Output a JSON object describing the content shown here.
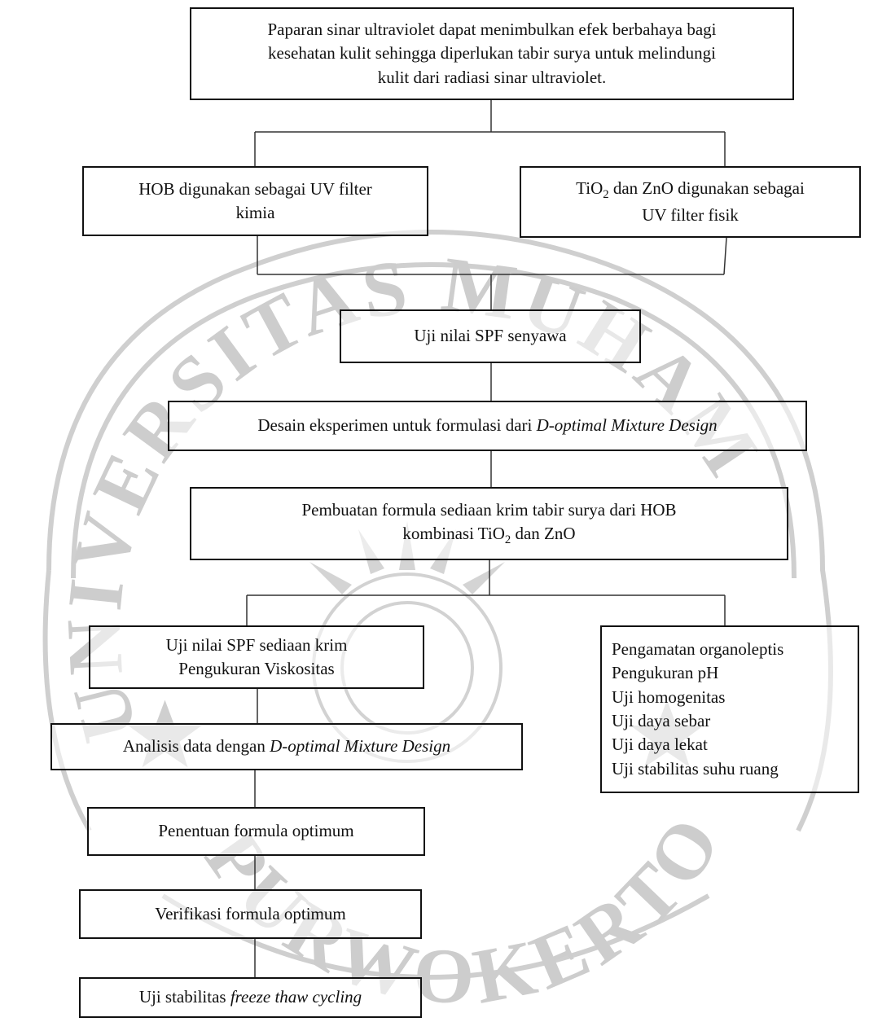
{
  "nodes": {
    "intro": [
      "Paparan sinar ultraviolet dapat menimbulkan efek berbahaya bagi",
      "kesehatan kulit sehingga diperlukan tabir surya untuk melindungi",
      "kulit dari radiasi sinar ultraviolet."
    ],
    "hob": [
      "HOB digunakan sebagai UV filter",
      "kimia"
    ],
    "tio2_zno": {
      "pre": "TiO",
      "sub": "2",
      "post": " dan ZnO digunakan sebagai",
      "line2": "UV filter fisik"
    },
    "uji_spf_senyawa": "Uji nilai SPF senyawa",
    "desain": {
      "pre": "Desain eksperimen untuk formulasi dari ",
      "em": "D-optimal Mixture Design"
    },
    "pembuatan": {
      "line1": "Pembuatan formula sediaan krim tabir surya dari HOB",
      "line2_pre": "kombinasi TiO",
      "line2_sub": "2",
      "line2_post": " dan ZnO"
    },
    "uji_spf_krim": [
      "Uji nilai SPF sediaan krim",
      "Pengukuran Viskositas"
    ],
    "pengamatan": [
      "Pengamatan organoleptis",
      "Pengukuran pH",
      "Uji homogenitas",
      "Uji daya sebar",
      "Uji daya lekat",
      "Uji stabilitas suhu ruang"
    ],
    "analisis": {
      "pre": "Analisis data dengan ",
      "em": "D-optimal Mixture Design"
    },
    "penentuan": "Penentuan formula optimum",
    "verifikasi": "Verifikasi formula optimum",
    "freeze": {
      "pre": "Uji stabilitas ",
      "em": "freeze thaw cycling"
    }
  },
  "watermark": {
    "text": "UNIVERSITAS MUHAMMADIYAH PURWOKERTO",
    "color": "#c9c9c9"
  }
}
